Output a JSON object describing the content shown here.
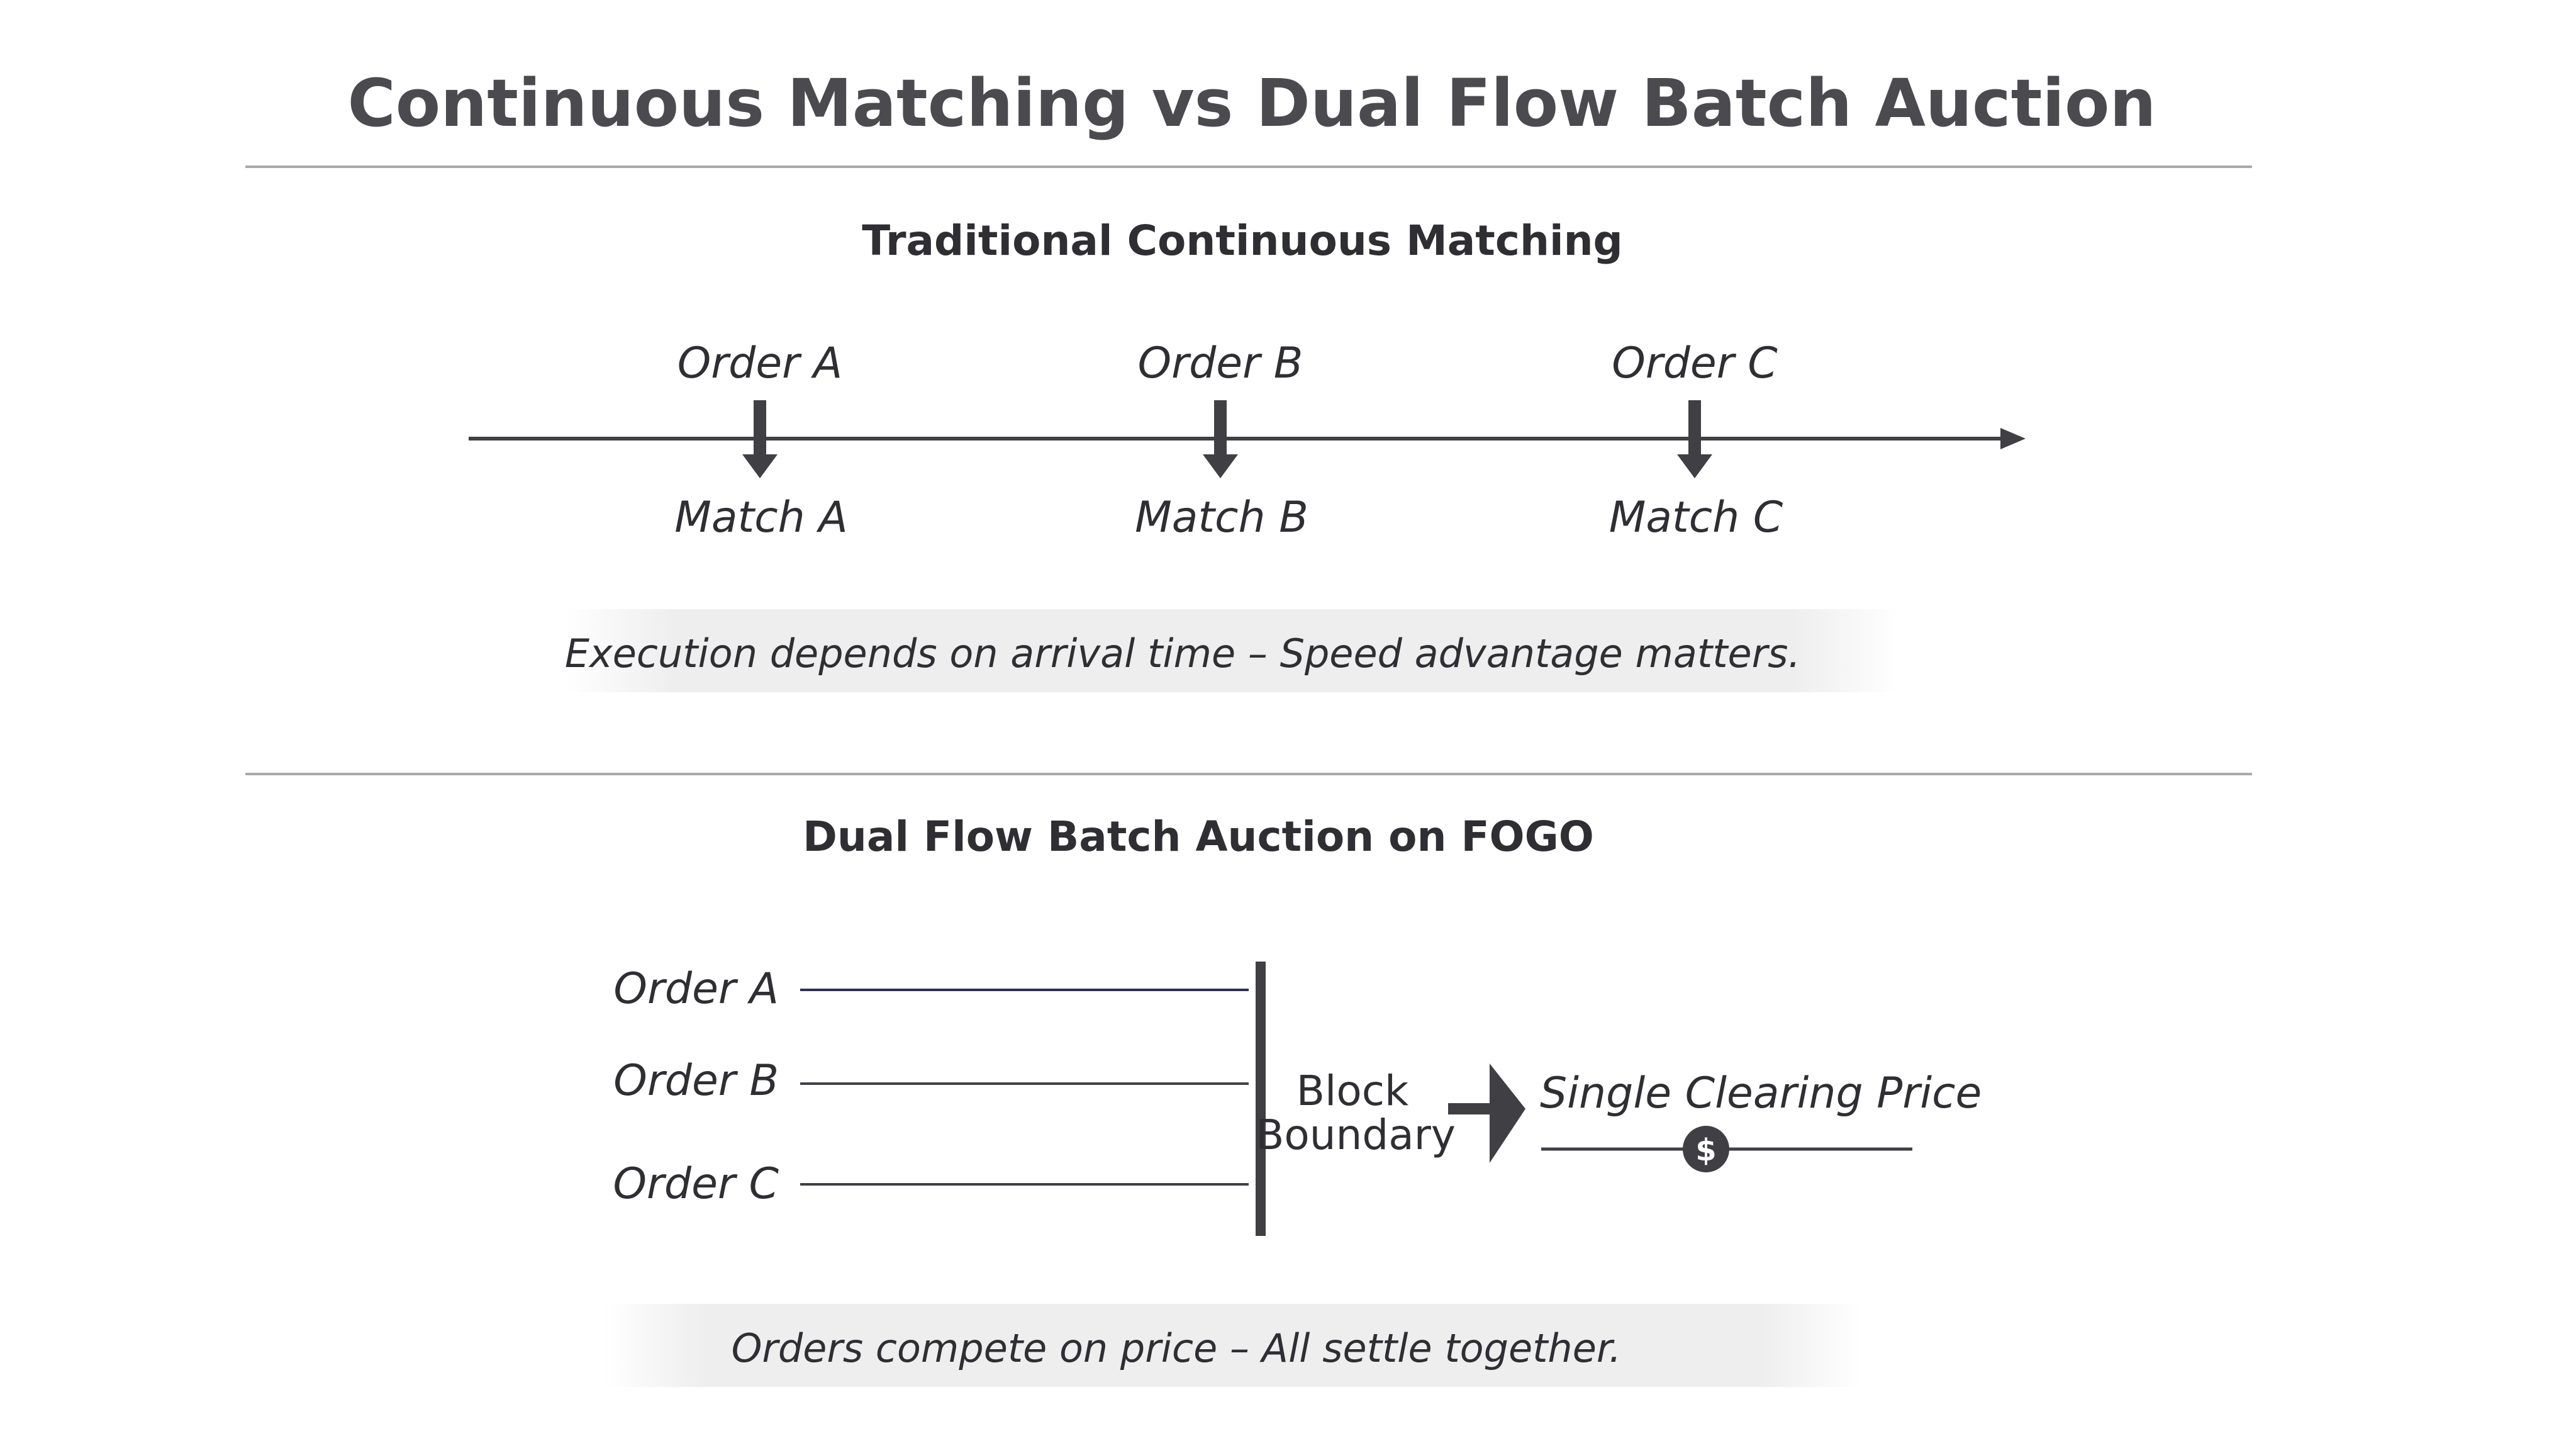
{
  "title": "Continuous Matching vs Dual Flow Batch Auction",
  "continuous": {
    "heading": "Traditional Continuous Matching",
    "orders": [
      {
        "order": "Order A",
        "match": "Match A"
      },
      {
        "order": "Order B",
        "match": "Match B"
      },
      {
        "order": "Order C",
        "match": "Match C"
      }
    ],
    "caption": "Execution depends on arrival time – Speed advantage matters."
  },
  "batch": {
    "heading": "Dual Flow Batch Auction on FOGO",
    "orders": [
      "Order A",
      "Order B",
      "Order C"
    ],
    "boundary_line1": "Block",
    "boundary_line2": "Boundary",
    "clearing_label": "Single Clearing Price",
    "price_symbol": "$",
    "caption": "Orders compete on price – All settle together."
  },
  "colors": {
    "title": "#4a4a4f",
    "text": "#2f2f33",
    "divider": "#a8a8ad",
    "line": "#3f3f44",
    "order_a_line": "#2e3050",
    "caption_band": "#f1f1f2"
  }
}
